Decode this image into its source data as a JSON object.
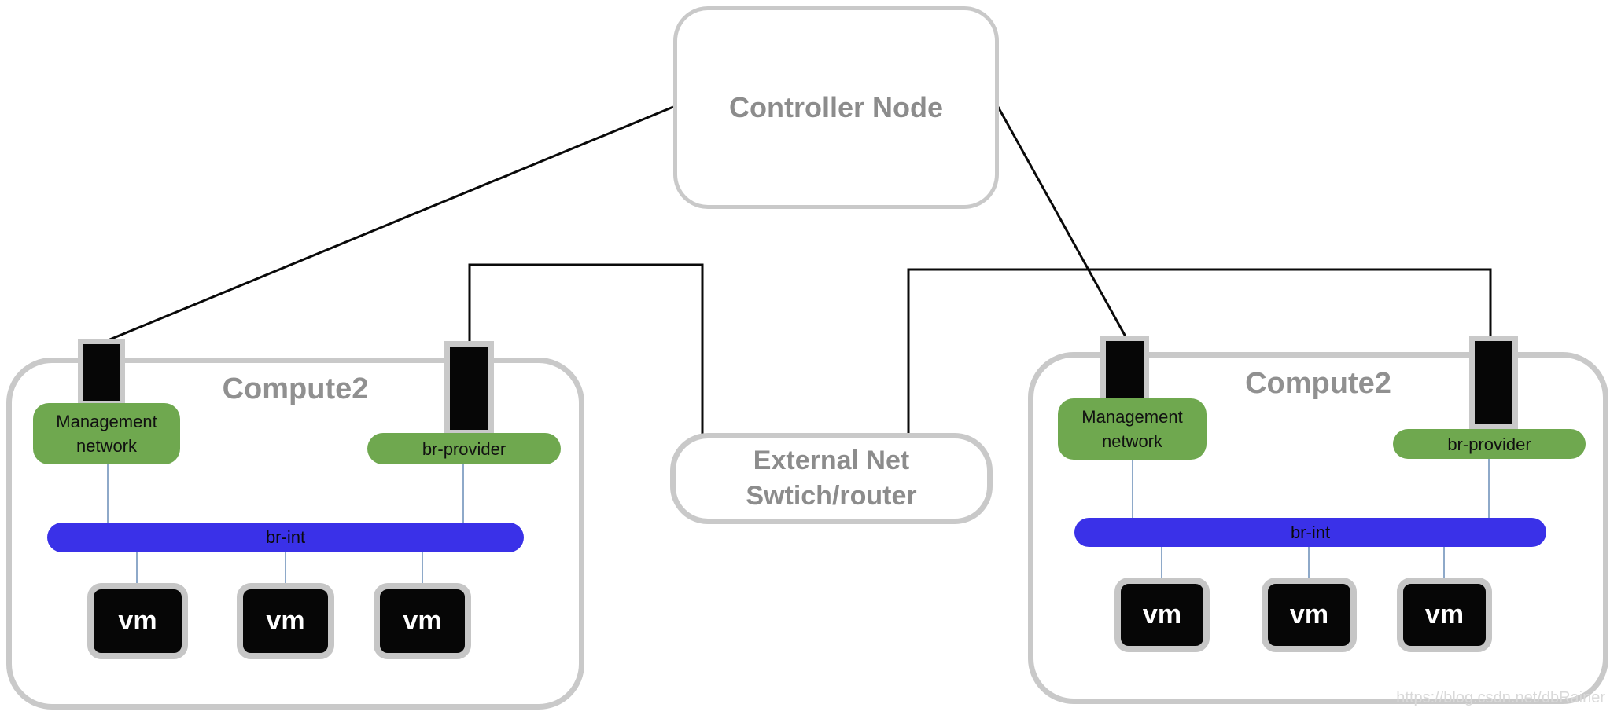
{
  "diagram": {
    "controller": {
      "label": "Controller Node"
    },
    "external_switch": {
      "label_line1": "External Net",
      "label_line2": "Swtich/router"
    },
    "compute_left": {
      "title": "Compute2",
      "management": {
        "line1": "Management",
        "line2": "network"
      },
      "br_provider_label": "br-provider",
      "br_int_label": "br-int",
      "vms": [
        "vm",
        "vm",
        "vm"
      ]
    },
    "compute_right": {
      "title": "Compute2",
      "management": {
        "line1": "Management",
        "line2": "network"
      },
      "br_provider_label": "br-provider",
      "br_int_label": "br-int",
      "vms": [
        "vm",
        "vm",
        "vm"
      ]
    },
    "watermark": "https://blog.csdn.net/dbRainer",
    "colors": {
      "green": "#6fa84f",
      "blue": "#3a31e8",
      "border_gray": "#c9c9c9",
      "title_gray": "#8c8c8c",
      "node_black": "#060606",
      "connector_blue": "#8ea9c9",
      "line_black": "#0a0a0a",
      "watermark_gray": "#d9d9d9"
    }
  }
}
